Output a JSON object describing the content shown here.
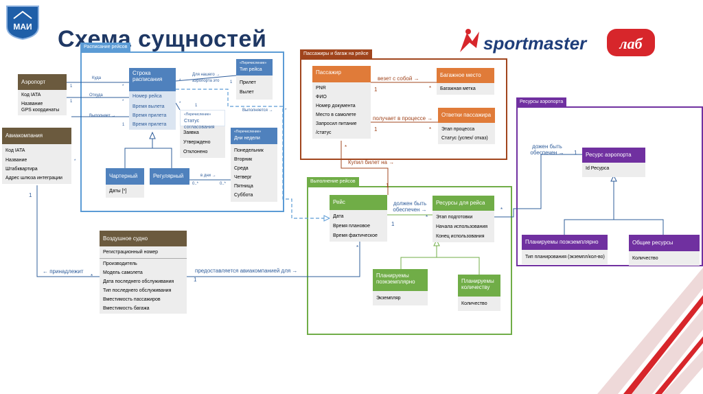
{
  "title": "Схема сущностей",
  "logos": {
    "mai_text": "МАИ",
    "sportmaster_text": "sportmaster",
    "sportmaster_badge": "лаб"
  },
  "regions": {
    "schedule": "Расписание рейсов",
    "passengers": "Пассажиры и багаж на рейсе",
    "execution": "Выполнение рейсов",
    "resources": "Ресурсы аэропорта"
  },
  "airport": {
    "title": "Аэропорт",
    "fields": [
      "Код IATA",
      "Название",
      "GPS координаты"
    ]
  },
  "airline": {
    "title": "Авиакомпания",
    "fields": [
      "Код IATA",
      "Название",
      "Штабквартира",
      "Адрес шлюза интеграции"
    ]
  },
  "schedule_row": {
    "title": "Строка расписания",
    "fields": [
      "Номер рейса",
      "Время вылета",
      "Время прилета",
      "Время прилета"
    ]
  },
  "flight_type_enum": {
    "stereotype": "«Перечисление»",
    "title": "Тип рейса",
    "fields": [
      "Прилет",
      "Вылет"
    ]
  },
  "approval_enum": {
    "stereotype": "«Перечисление»",
    "title": "Статус согласования",
    "fields": [
      "Заявка",
      "Утверждено",
      "Отклонено"
    ]
  },
  "weekdays_enum": {
    "stereotype": "«Перечисление»",
    "title": "Дни недели",
    "fields": [
      "Понедельник",
      "Вторник",
      "Среда",
      "Четверг",
      "Пятница",
      "Суббота"
    ]
  },
  "charter": {
    "title": "Чартерный",
    "fields": [
      "Даты [*]"
    ]
  },
  "regular": {
    "title": "Регулярный"
  },
  "aircraft": {
    "title": "Воздушное судно",
    "fields": [
      "Регистрационный номер",
      "Производитель",
      "Модель самолета",
      "Дата последнего обслуживания",
      "Тип последнего обслуживания",
      "Вместимость пассажиров",
      "Вместимость багажа"
    ]
  },
  "passenger": {
    "title": "Пассажир",
    "fields": [
      "PNR",
      "ФИО",
      "Номер документа",
      "Место в самолете",
      "Запросил питание",
      "/статус"
    ]
  },
  "baggage": {
    "title": "Багажное место",
    "fields": [
      "Багажная метка"
    ]
  },
  "passenger_response": {
    "title": "Ответки пассажира",
    "fields": [
      "Этап процесса",
      "Статус (успех/ отказ)"
    ]
  },
  "flight": {
    "title": "Рейс",
    "fields": [
      "Дата",
      "Время плановое",
      "Время фактическое"
    ]
  },
  "flight_resources": {
    "title": "Ресурсы для рейса",
    "fields": [
      "Этап подготовки",
      "Начала использования",
      "Конец использования"
    ]
  },
  "planned_per_instance": {
    "title": "Планируемы поэкземплярно",
    "fields": [
      "Экземпляр"
    ]
  },
  "planned_quantity": {
    "title": "Планируемы количеству",
    "fields": [
      "Количество"
    ]
  },
  "airport_resource": {
    "title": "Ресурс аэропорта",
    "fields": [
      "Id Ресурса"
    ]
  },
  "res_per_instance": {
    "title": "Планируемы поэкземплярно",
    "fields": [
      "Тип планирования (экземпл/кол-во)"
    ]
  },
  "common_resources": {
    "title": "Общие ресурсы",
    "fields": [
      "Количество"
    ]
  },
  "relations": {
    "kuda": "Куда",
    "otkuda": "Откуда",
    "vypolnyaet": "Выполняет →",
    "dlya_nashego": "Для нашего → аэропорта это",
    "vypolnyaetsya": "Выполняется →",
    "v_dni": "в дни →",
    "vezet": "везет с собой →",
    "poluchaet": "получает в процессе →",
    "kupil": "Купил билет на →",
    "dolzhen1": "должен быть обеспечен →",
    "dolzhen2": "дожен быть обеспечен →",
    "prinadlezhit": "← принадлежит",
    "predostavlyaetsya": "предоставляется авиакомпанией для →"
  },
  "multiplicity": {
    "one": "1",
    "many": "*",
    "zero_many": "0..*"
  }
}
